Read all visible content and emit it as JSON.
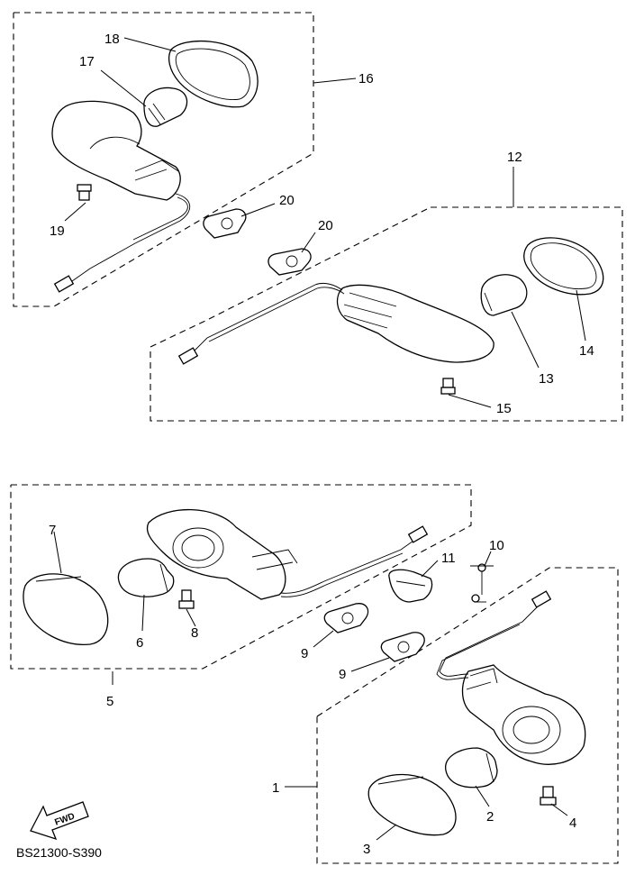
{
  "figure_code": "BS21300-S390",
  "fwd_label": "FWD",
  "callouts": {
    "c1": "1",
    "c2": "2",
    "c3": "3",
    "c4": "4",
    "c5": "5",
    "c6": "6",
    "c7": "7",
    "c8": "8",
    "c9a": "9",
    "c9b": "9",
    "c10": "10",
    "c11": "11",
    "c12": "12",
    "c13": "13",
    "c14": "14",
    "c15": "15",
    "c16": "16",
    "c17": "17",
    "c18": "18",
    "c19": "19",
    "c20a": "20",
    "c20b": "20"
  }
}
